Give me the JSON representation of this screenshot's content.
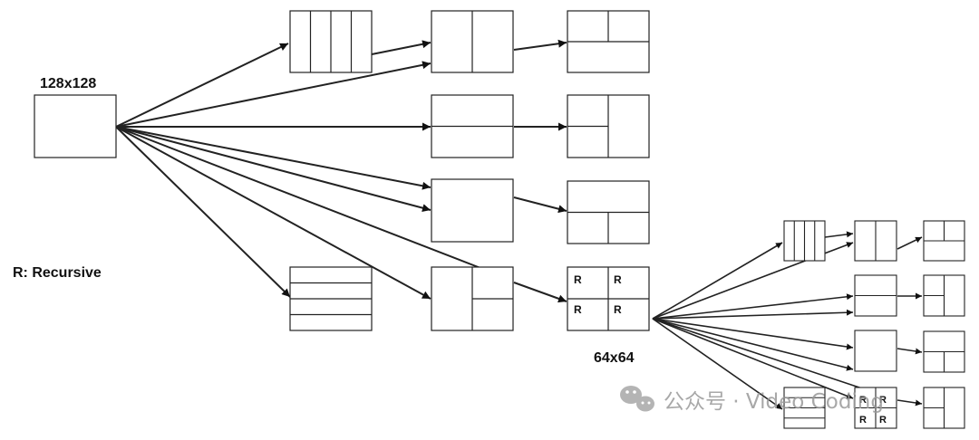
{
  "labels": {
    "root_size": "128x128",
    "legend": "R: Recursive",
    "sub_size": "64x64",
    "recursive_mark": "R"
  },
  "watermark": {
    "text": "公众号 · Video Coding",
    "icon": "wechat-icon"
  },
  "colors": {
    "line": "#222222",
    "box_fill": "#ffffff",
    "watermark": "#9a9a9a"
  }
}
